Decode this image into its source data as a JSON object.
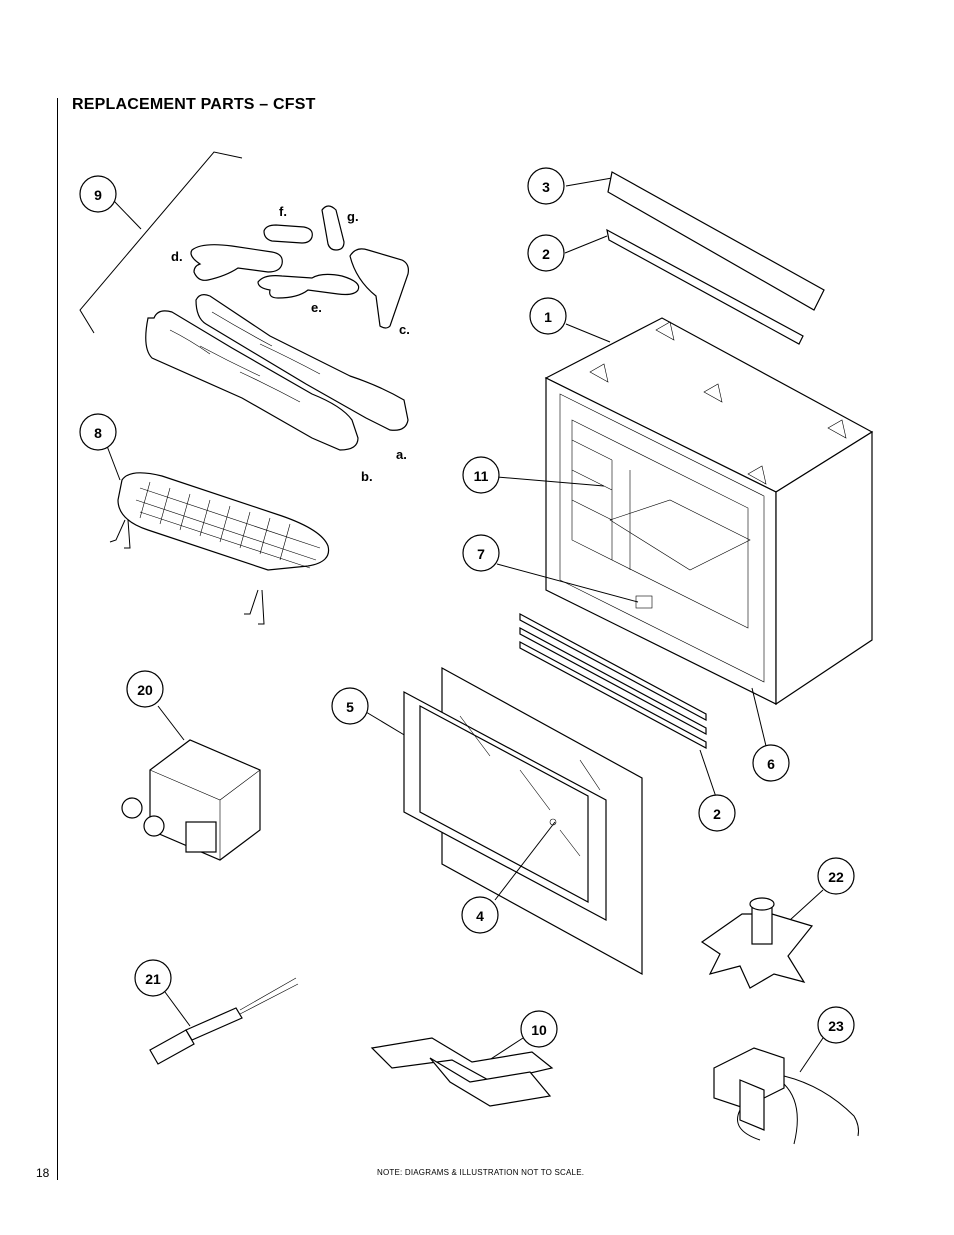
{
  "page": {
    "title": "REPLACEMENT PARTS – CFST",
    "page_number": "18",
    "footer_note": "NOTE: DIAGRAMS & ILLUSTRATION NOT TO SCALE."
  },
  "callouts": {
    "c9": "9",
    "c3": "3",
    "c2_top": "2",
    "c1": "1",
    "c8": "8",
    "c11": "11",
    "c7": "7",
    "c20": "20",
    "c5": "5",
    "c6": "6",
    "c2_bottom": "2",
    "c4": "4",
    "c22": "22",
    "c21": "21",
    "c10": "10",
    "c23": "23"
  },
  "log_letters": {
    "a": "a.",
    "b": "b.",
    "c": "c.",
    "d": "d.",
    "e": "e.",
    "f": "f.",
    "g": "g."
  }
}
